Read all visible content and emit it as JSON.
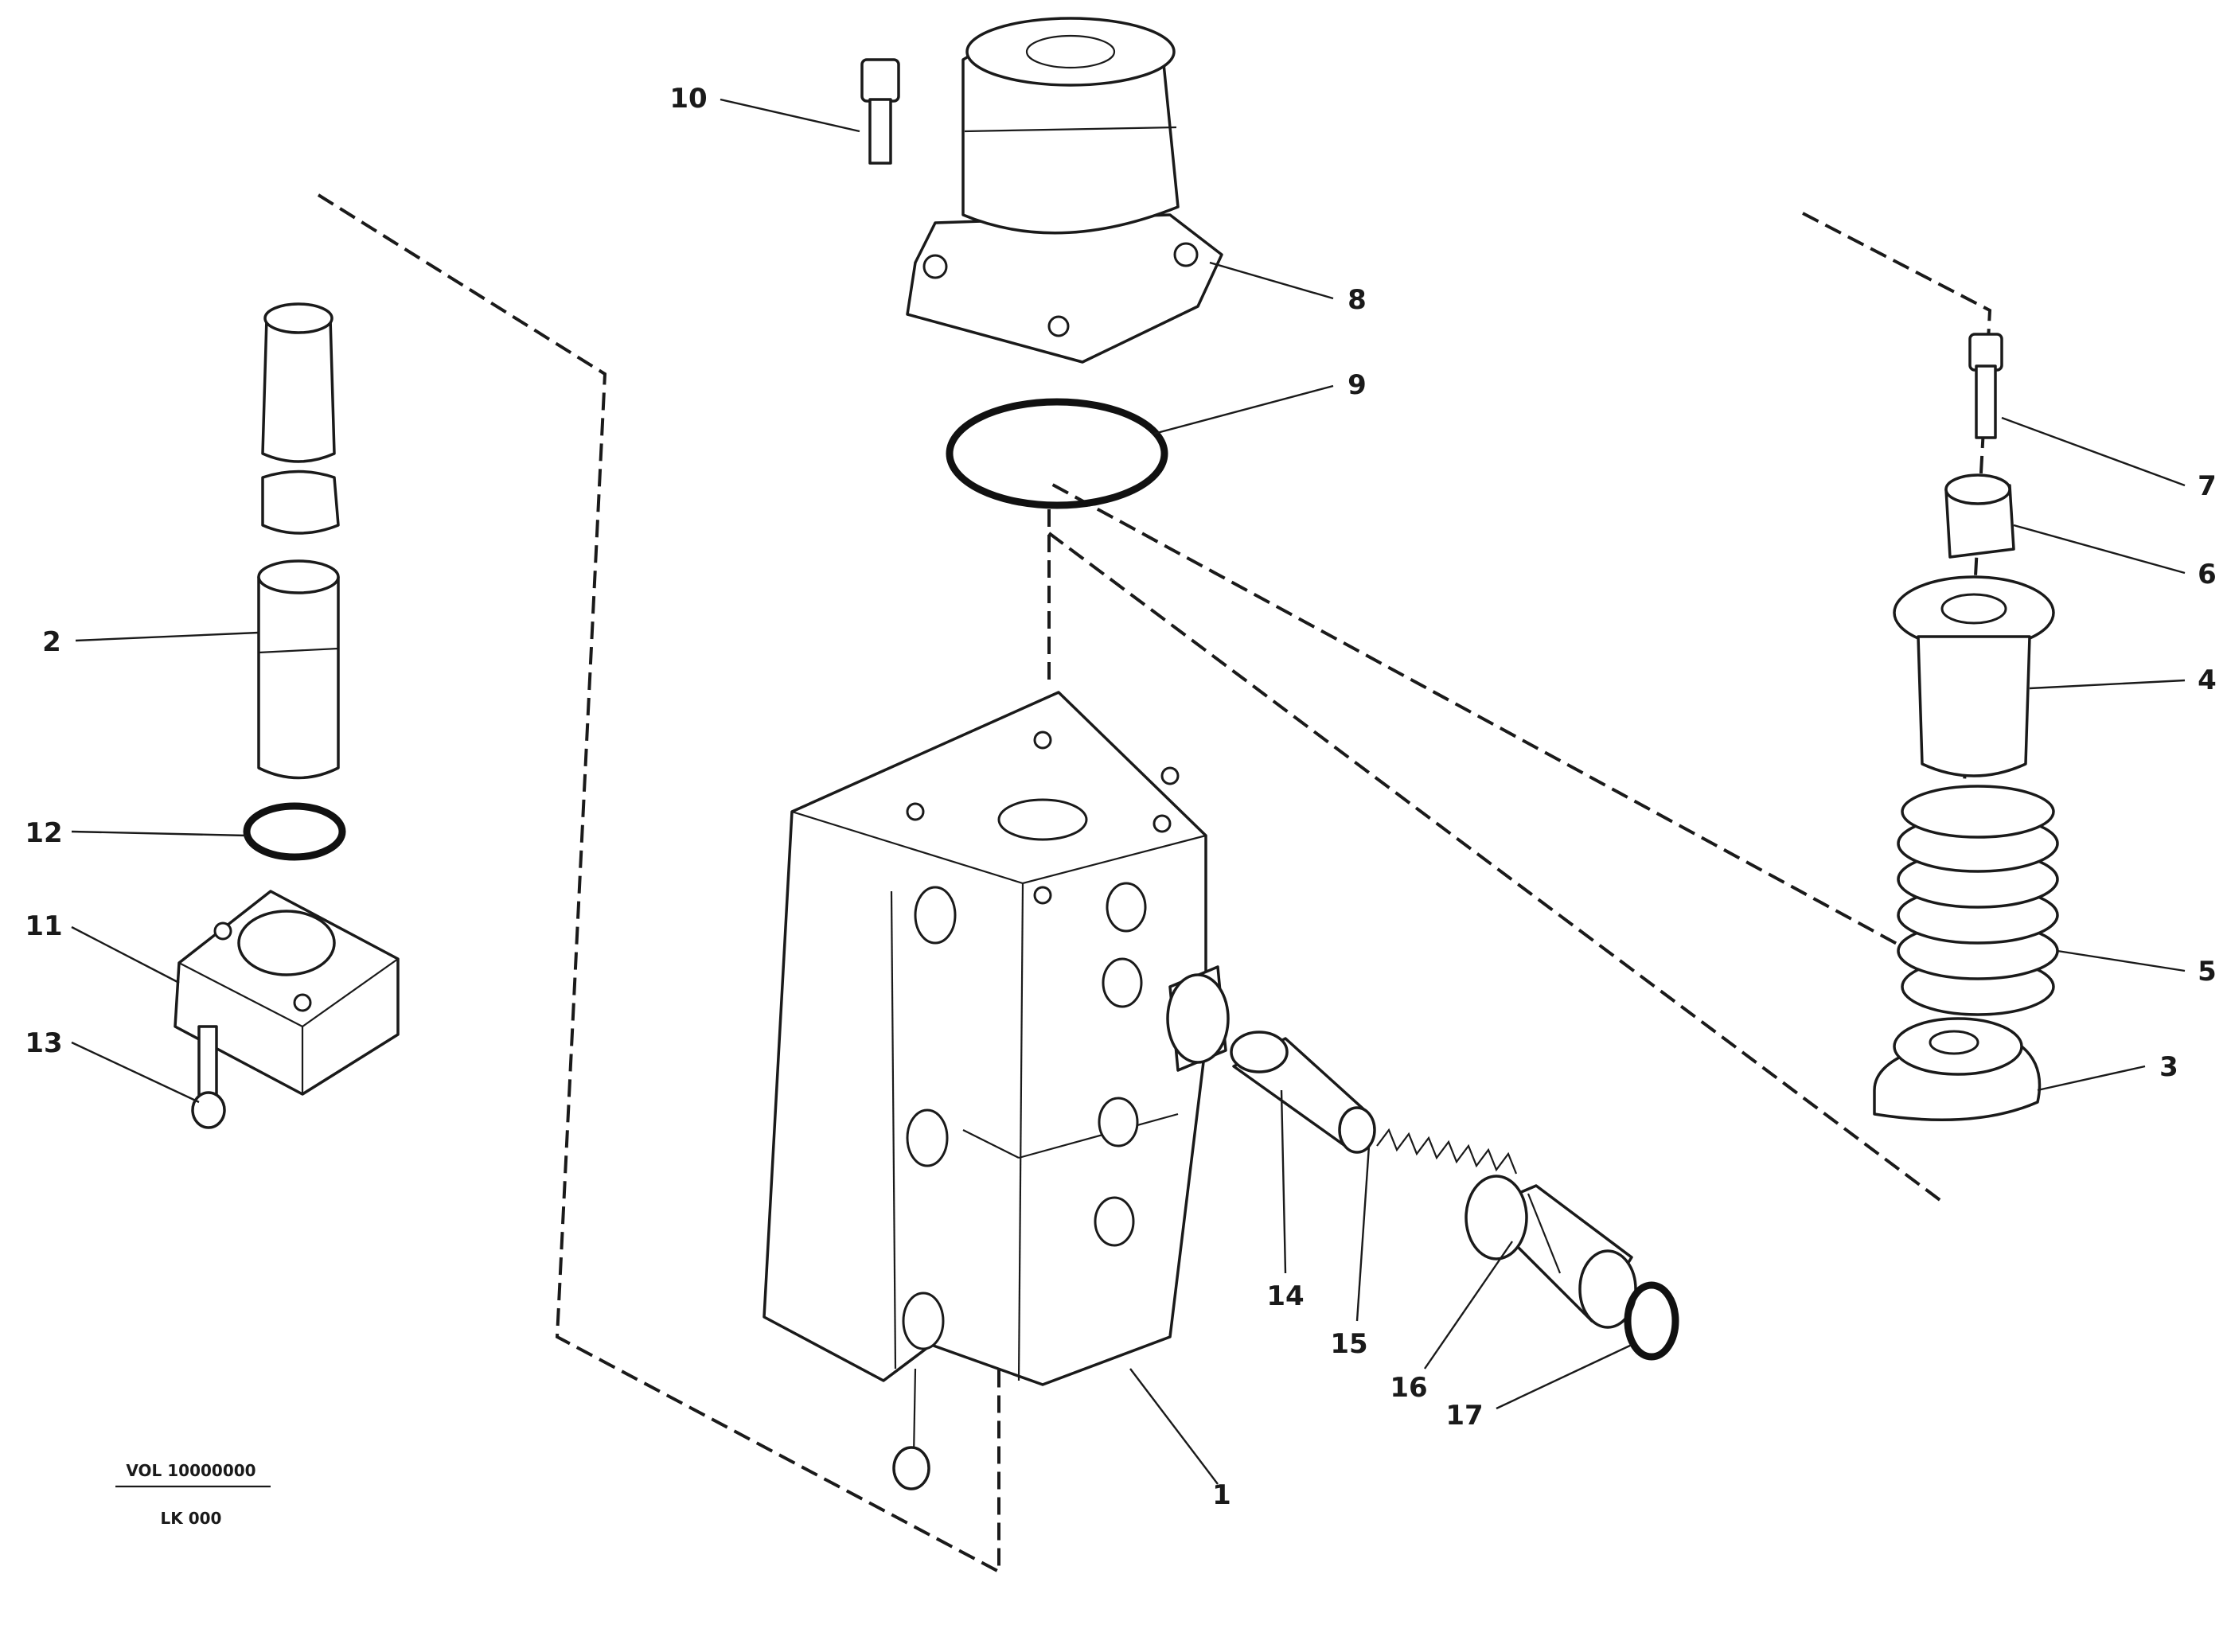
{
  "callouts": {
    "c1": "1",
    "c2": "2",
    "c3": "3",
    "c4": "4",
    "c5": "5",
    "c6": "6",
    "c7": "7",
    "c8": "8",
    "c9": "9",
    "c10": "10",
    "c11": "11",
    "c12": "12",
    "c13": "13",
    "c14": "14",
    "c15": "15",
    "c16": "16",
    "c17": "17"
  },
  "stamp": {
    "line1": "VOL 10000000",
    "line2": "LK 000"
  },
  "colors": {
    "ink": "#1a1a1a",
    "paper": "#ffffff"
  }
}
